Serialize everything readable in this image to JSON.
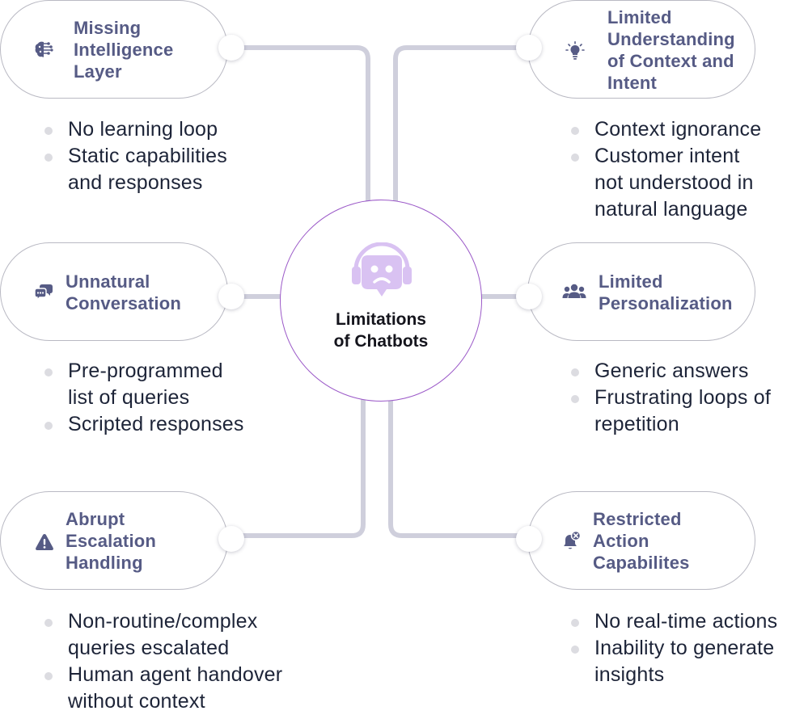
{
  "center": {
    "title_line1": "Limitations",
    "title_line2": "of Chatbots"
  },
  "categories": [
    {
      "icon": "brain-circuit-icon",
      "title": [
        "Missing",
        "Intelligence",
        "Layer"
      ],
      "bullets": [
        [
          "No learning loop"
        ],
        [
          "Static capabilities",
          "and responses"
        ]
      ]
    },
    {
      "icon": "lightbulb-icon",
      "title": [
        "Limited",
        "Understanding",
        "of Context and",
        "Intent"
      ],
      "bullets": [
        [
          "Context ignorance"
        ],
        [
          "Customer intent",
          "not understood in",
          "natural language"
        ]
      ]
    },
    {
      "icon": "chat-bubbles-icon",
      "title": [
        "Unnatural",
        "Conversation"
      ],
      "bullets": [
        [
          "Pre-programmed",
          "list of queries"
        ],
        [
          "Scripted responses"
        ]
      ]
    },
    {
      "icon": "people-icon",
      "title": [
        "Limited",
        "Personalization"
      ],
      "bullets": [
        [
          "Generic answers"
        ],
        [
          "Frustrating loops of",
          "repetition"
        ]
      ]
    },
    {
      "icon": "warning-triangle-icon",
      "title": [
        "Abrupt",
        "Escalation",
        "Handling"
      ],
      "bullets": [
        [
          "Non-routine/complex",
          "queries escalated"
        ],
        [
          "Human agent handover",
          "without context"
        ]
      ]
    },
    {
      "icon": "bell-blocked-icon",
      "title": [
        "Restricted",
        "Action",
        "Capabilites"
      ],
      "bullets": [
        [
          "No real-time actions"
        ],
        [
          "Inability to generate",
          "insights"
        ]
      ]
    }
  ],
  "colors": {
    "title": "#565b85",
    "text": "#1d2438",
    "connector": "#cfcfdc",
    "center_border": "#9b59c8",
    "center_icon": "#d9c2f2"
  }
}
